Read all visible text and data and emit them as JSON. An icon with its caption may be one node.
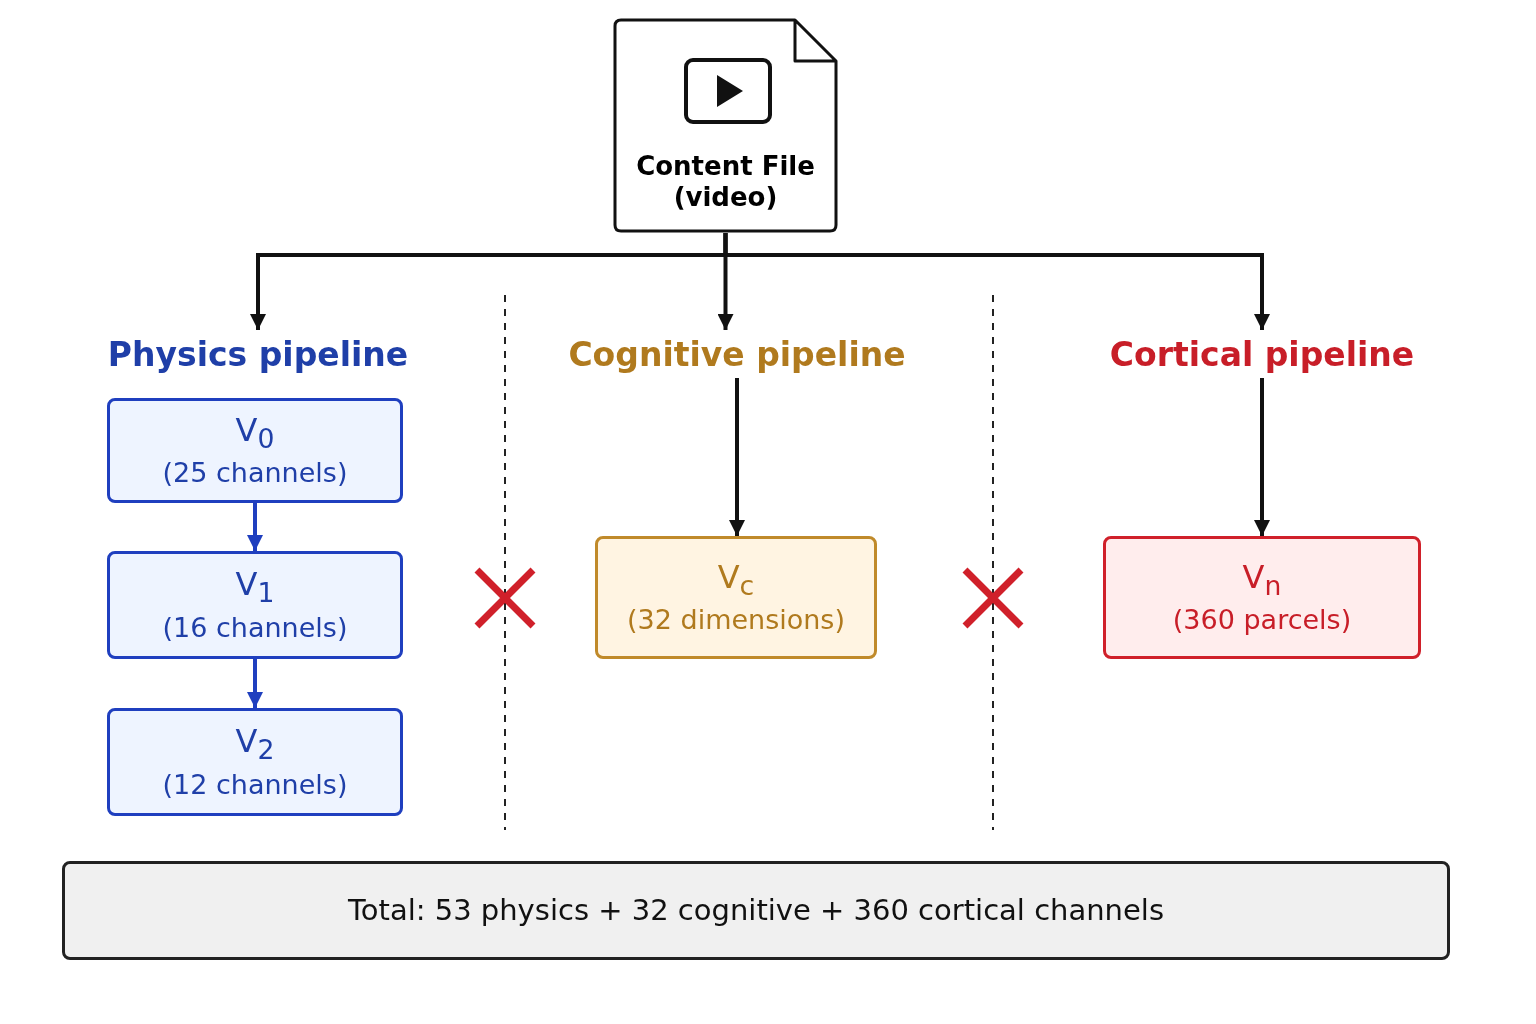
{
  "diagram": {
    "nodes": [
      {
        "text": [
          "Content File (video)"
        ]
      },
      {
        "text": [
          "Physics pipeline"
        ]
      },
      {
        "text": [
          "V$_{0}$",
          "(25 channels)"
        ]
      },
      {
        "text": [
          "V$_{1}$",
          "(16 channels)"
        ]
      },
      {
        "text": [
          "V$_{2}$",
          "(12 channels)"
        ]
      },
      {
        "text": [
          "Cognitive pipeline"
        ]
      },
      {
        "text": [
          "V$_{c}$",
          "(32 dimensions)"
        ]
      },
      {
        "text": [
          "Cortical pipeline"
        ]
      },
      {
        "text": [
          "V$_{n}$",
          "(360 parcels)"
        ]
      },
      {
        "text": [
          "Total: 53 physics + 32 cognitive + 360 cortical channels"
        ]
      }
    ],
    "edges": [
      {
        "from": 0,
        "to": 1,
        "arrow": "to"
      },
      {
        "from": 0,
        "to": 5,
        "arrow": "to"
      },
      {
        "from": 0,
        "to": 7,
        "arrow": "to"
      },
      {
        "from": 2,
        "to": 3,
        "arrow": "to",
        "color": "#1f3fbf"
      },
      {
        "from": 3,
        "to": 4,
        "arrow": "to",
        "color": "#1f3fbf"
      },
      {
        "from": 5,
        "to": 6,
        "arrow": "to"
      },
      {
        "from": 7,
        "to": 8,
        "arrow": "to"
      }
    ]
  }
}
